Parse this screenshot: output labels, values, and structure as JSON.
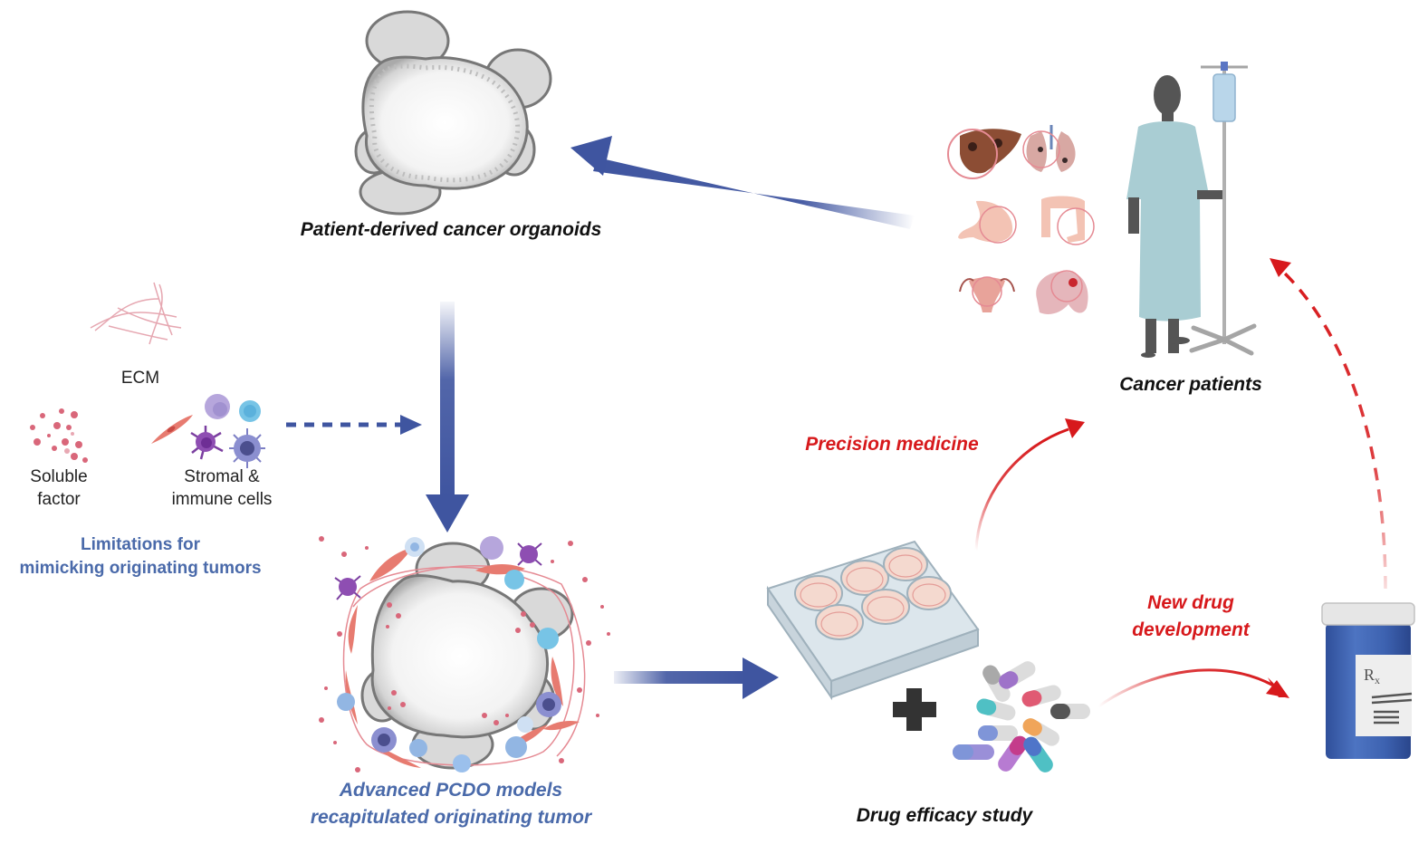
{
  "figure": {
    "nodes": {
      "organoids": {
        "label": "Patient-derived cancer organoids"
      },
      "patients": {
        "label": "Cancer patients"
      },
      "advanced_models": {
        "label_line1": "Advanced PCDO models",
        "label_line2": "recapitulated originating tumor"
      },
      "drug_study": {
        "label": "Drug efficacy study"
      },
      "limitations": {
        "label_line1": "Limitations for",
        "label_line2": "mimicking originating tumors"
      }
    },
    "components": {
      "ecm": {
        "label": "ECM"
      },
      "soluble": {
        "label_line1": "Soluble",
        "label_line2": "factor"
      },
      "stromal": {
        "label_line1": "Stromal &",
        "label_line2": "immune cells"
      }
    },
    "outcomes": {
      "precision": {
        "label": "Precision medicine"
      },
      "new_drug": {
        "label_line1": "New drug",
        "label_line2": "development"
      }
    },
    "icons": {
      "bottle_label": "R",
      "bottle_label_sub": "x",
      "organs": [
        "liver",
        "lungs",
        "stomach",
        "colon",
        "uterus",
        "brain"
      ]
    },
    "colors": {
      "flow_arrow": "#3f55a0",
      "outcome_arrow": "#d7191c",
      "blue_text": "#4a6aaa",
      "red_text": "#d7191c",
      "gown": "#a9cdd3",
      "skin": "#555555",
      "bottle": "#3d62b0"
    }
  }
}
